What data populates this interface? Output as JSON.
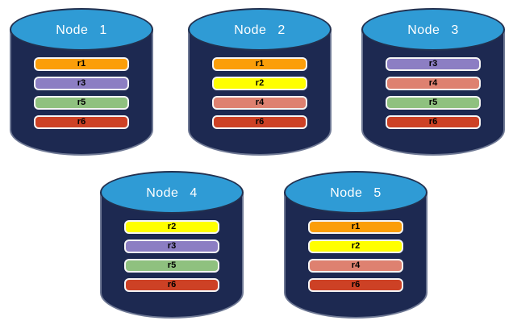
{
  "colors": {
    "background": "#FFFFFF",
    "cylinder_body": "#1D2951",
    "cylinder_body_edge": "#6E7894",
    "cylinder_top": "#2F9BD5",
    "cylinder_top_edge": "#22304F",
    "node_label_text": "#FFFFFF",
    "bar_text": "#000000",
    "bar_edge": "#F5F5F5"
  },
  "replica_colors": {
    "r1": "#FB9E09",
    "r2": "#FFFF00",
    "r3": "#8C7EC3",
    "r4": "#DE8170",
    "r5": "#8FC17F",
    "r6": "#CD4125"
  },
  "nodes": [
    {
      "label": "Node 1",
      "replicas": [
        "r1",
        "r3",
        "r5",
        "r6"
      ]
    },
    {
      "label": "Node 2",
      "replicas": [
        "r1",
        "r2",
        "r4",
        "r6"
      ]
    },
    {
      "label": "Node 3",
      "replicas": [
        "r3",
        "r4",
        "r5",
        "r6"
      ]
    },
    {
      "label": "Node 4",
      "replicas": [
        "r2",
        "r3",
        "r5",
        "r6"
      ]
    },
    {
      "label": "Node 5",
      "replicas": [
        "r1",
        "r2",
        "r4",
        "r6"
      ]
    }
  ]
}
